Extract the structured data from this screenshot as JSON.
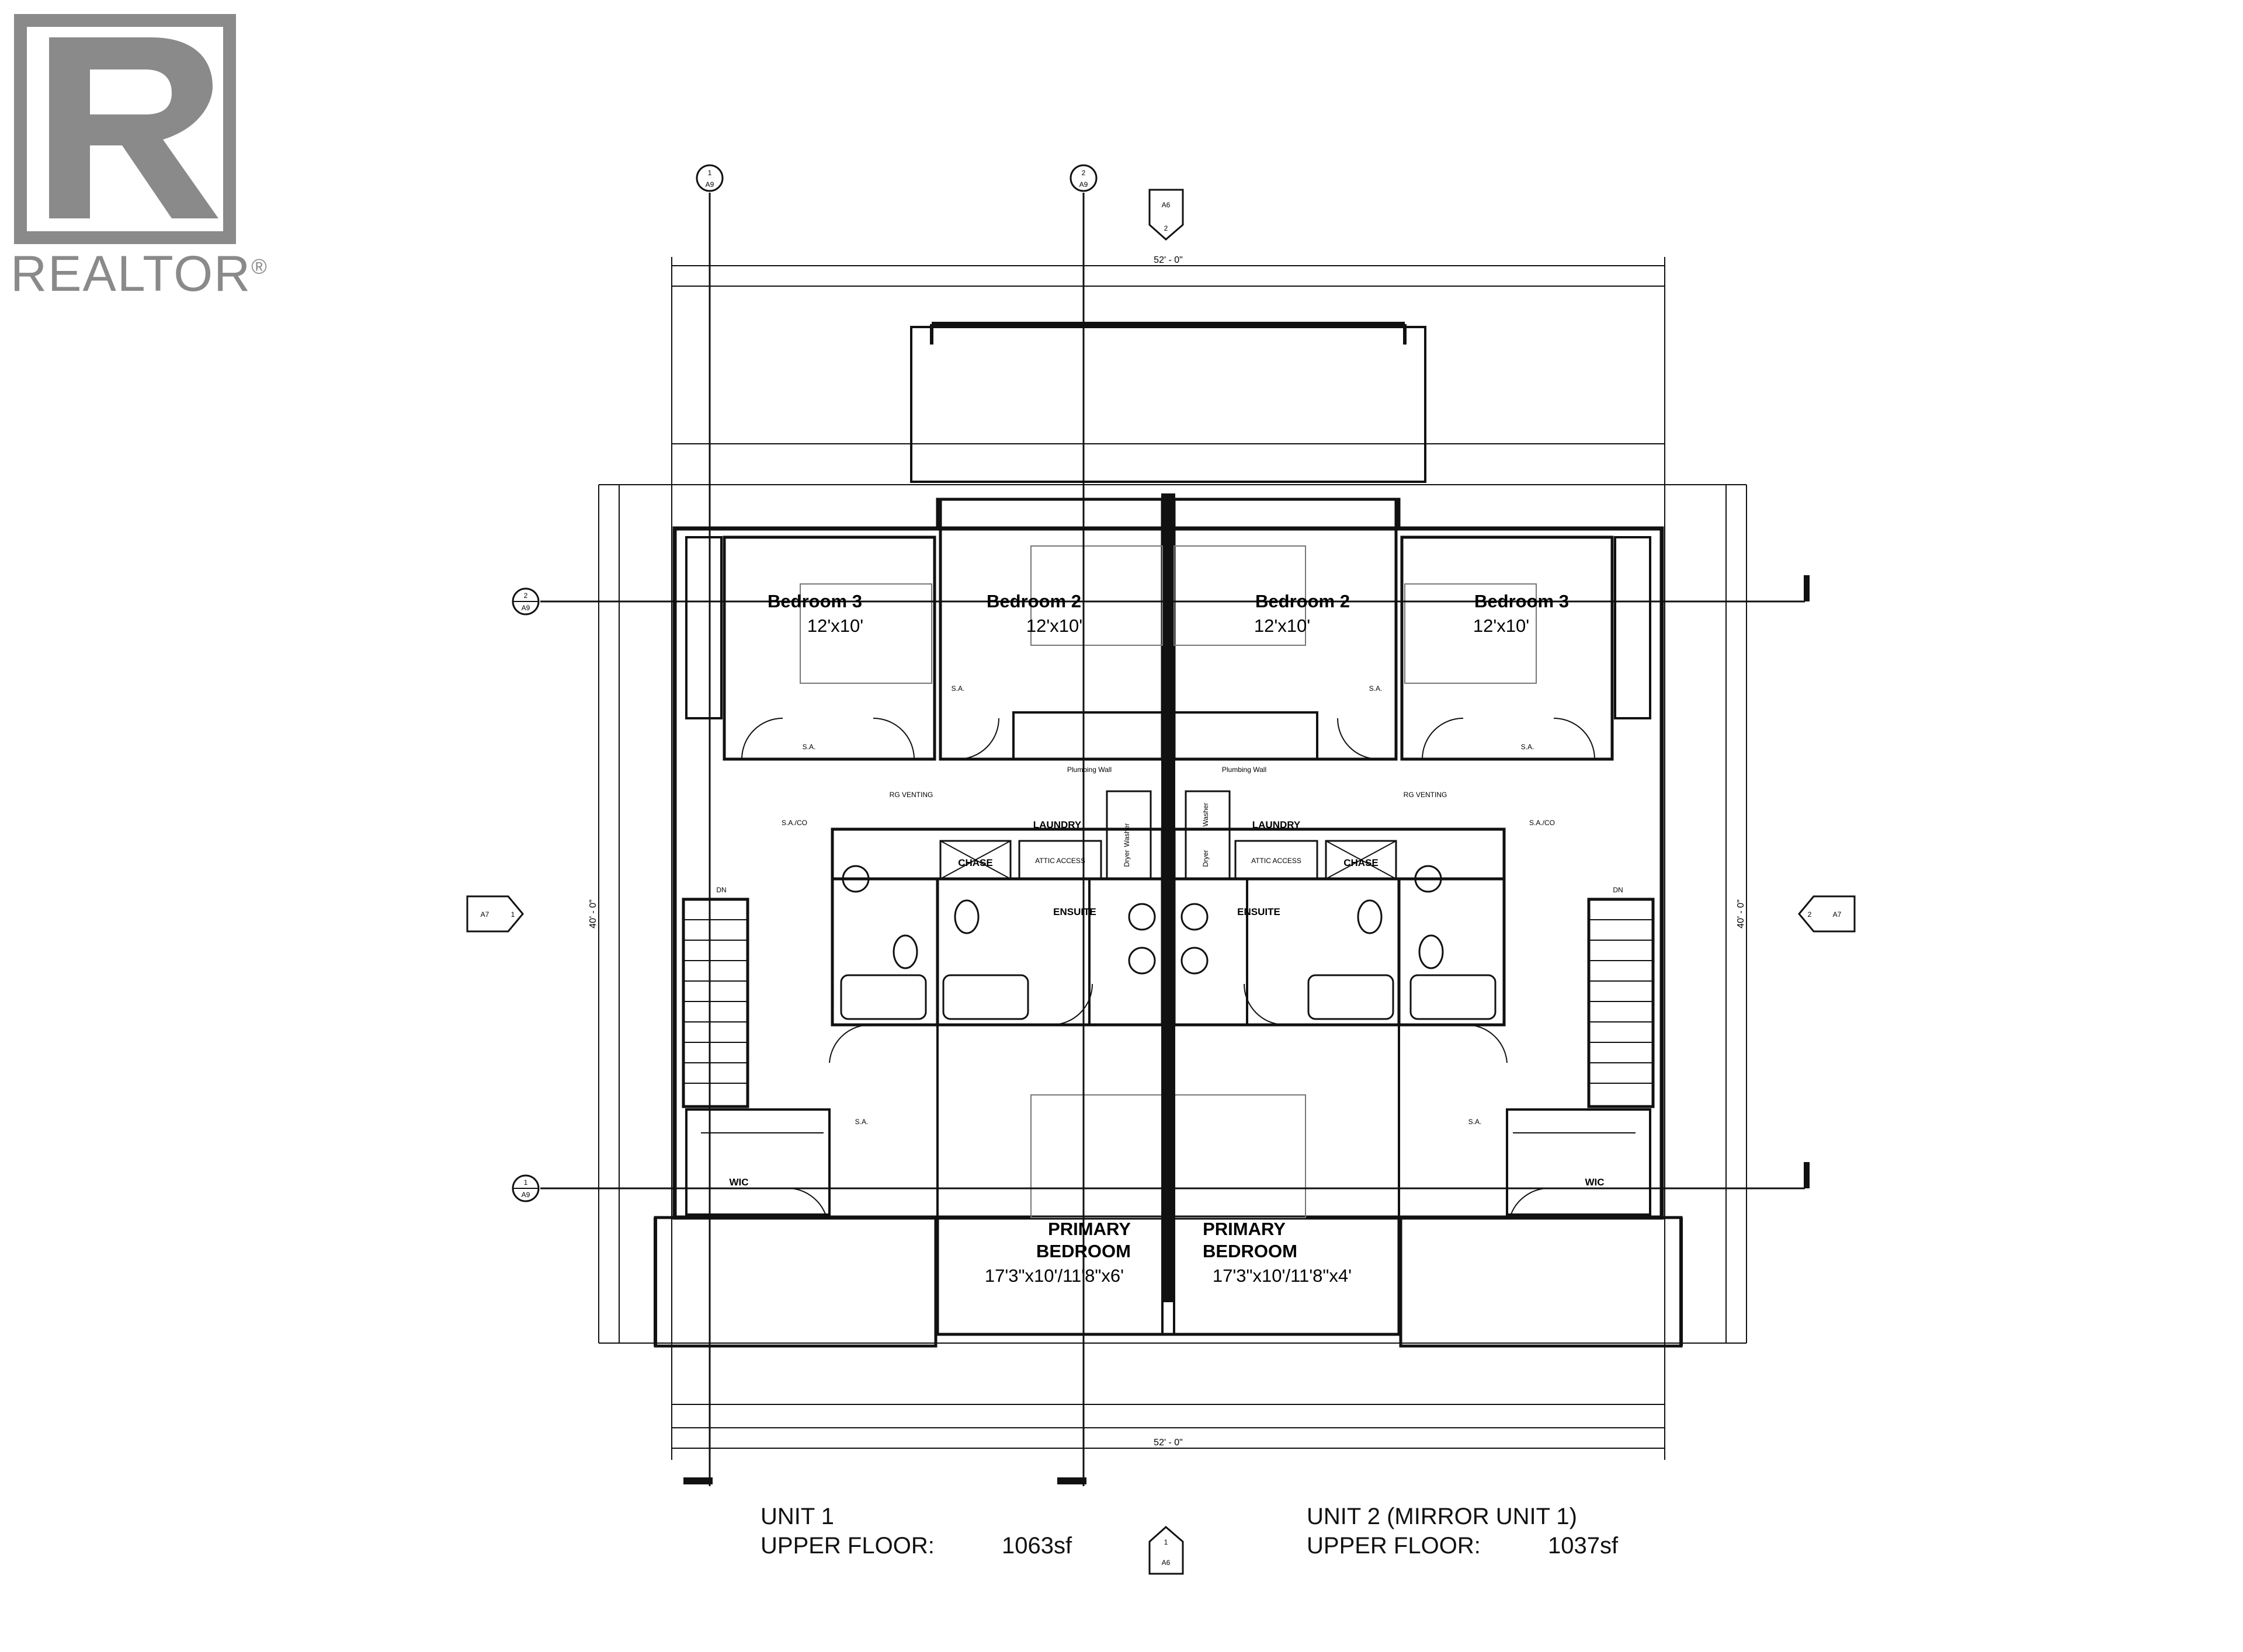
{
  "logo": {
    "name": "REALTOR",
    "mark": "R",
    "registered": "®"
  },
  "overall": {
    "width": "52' - 0\"",
    "height": "40' - 0\""
  },
  "rooms": {
    "bed3_left": {
      "name": "Bedroom 3",
      "size": "12'x10'"
    },
    "bed2_left": {
      "name": "Bedroom 2",
      "size": "12'x10'"
    },
    "bed2_right": {
      "name": "Bedroom 2",
      "size": "12'x10'"
    },
    "bed3_right": {
      "name": "Bedroom 3",
      "size": "12'x10'"
    },
    "laundry_left": "LAUNDRY",
    "laundry_right": "LAUNDRY",
    "ensuite_left": "ENSUITE",
    "ensuite_right": "ENSUITE",
    "chase": "CHASE",
    "attic": "ATTIC ACCESS",
    "wic": "WIC",
    "primary_left": {
      "line1": "PRIMARY",
      "line2": "BEDROOM",
      "size": "17'3\"x10'/11'8\"x6'"
    },
    "primary_right": {
      "line1": "PRIMARY",
      "line2": "BEDROOM",
      "size": "17'3\"x10'/11'8\"x4'"
    },
    "plumbing": "Plumbing Wall",
    "rg_venting": "RG VENTING",
    "sa": "S.A.",
    "saco": "S.A./CO",
    "dn": "DN",
    "washer": "Washer",
    "dryer": "Dryer"
  },
  "units": {
    "unit1": {
      "title": "UNIT 1",
      "floor_label": "UPPER FLOOR:",
      "area": "1063sf"
    },
    "unit2": {
      "title": "UNIT 2 (MIRROR UNIT 1)",
      "floor_label": "UPPER FLOOR:",
      "area": "1037sf"
    }
  },
  "section_tags": {
    "a9": "A9",
    "a6": "A6",
    "a7": "A7",
    "n1": "1",
    "n2": "2"
  }
}
